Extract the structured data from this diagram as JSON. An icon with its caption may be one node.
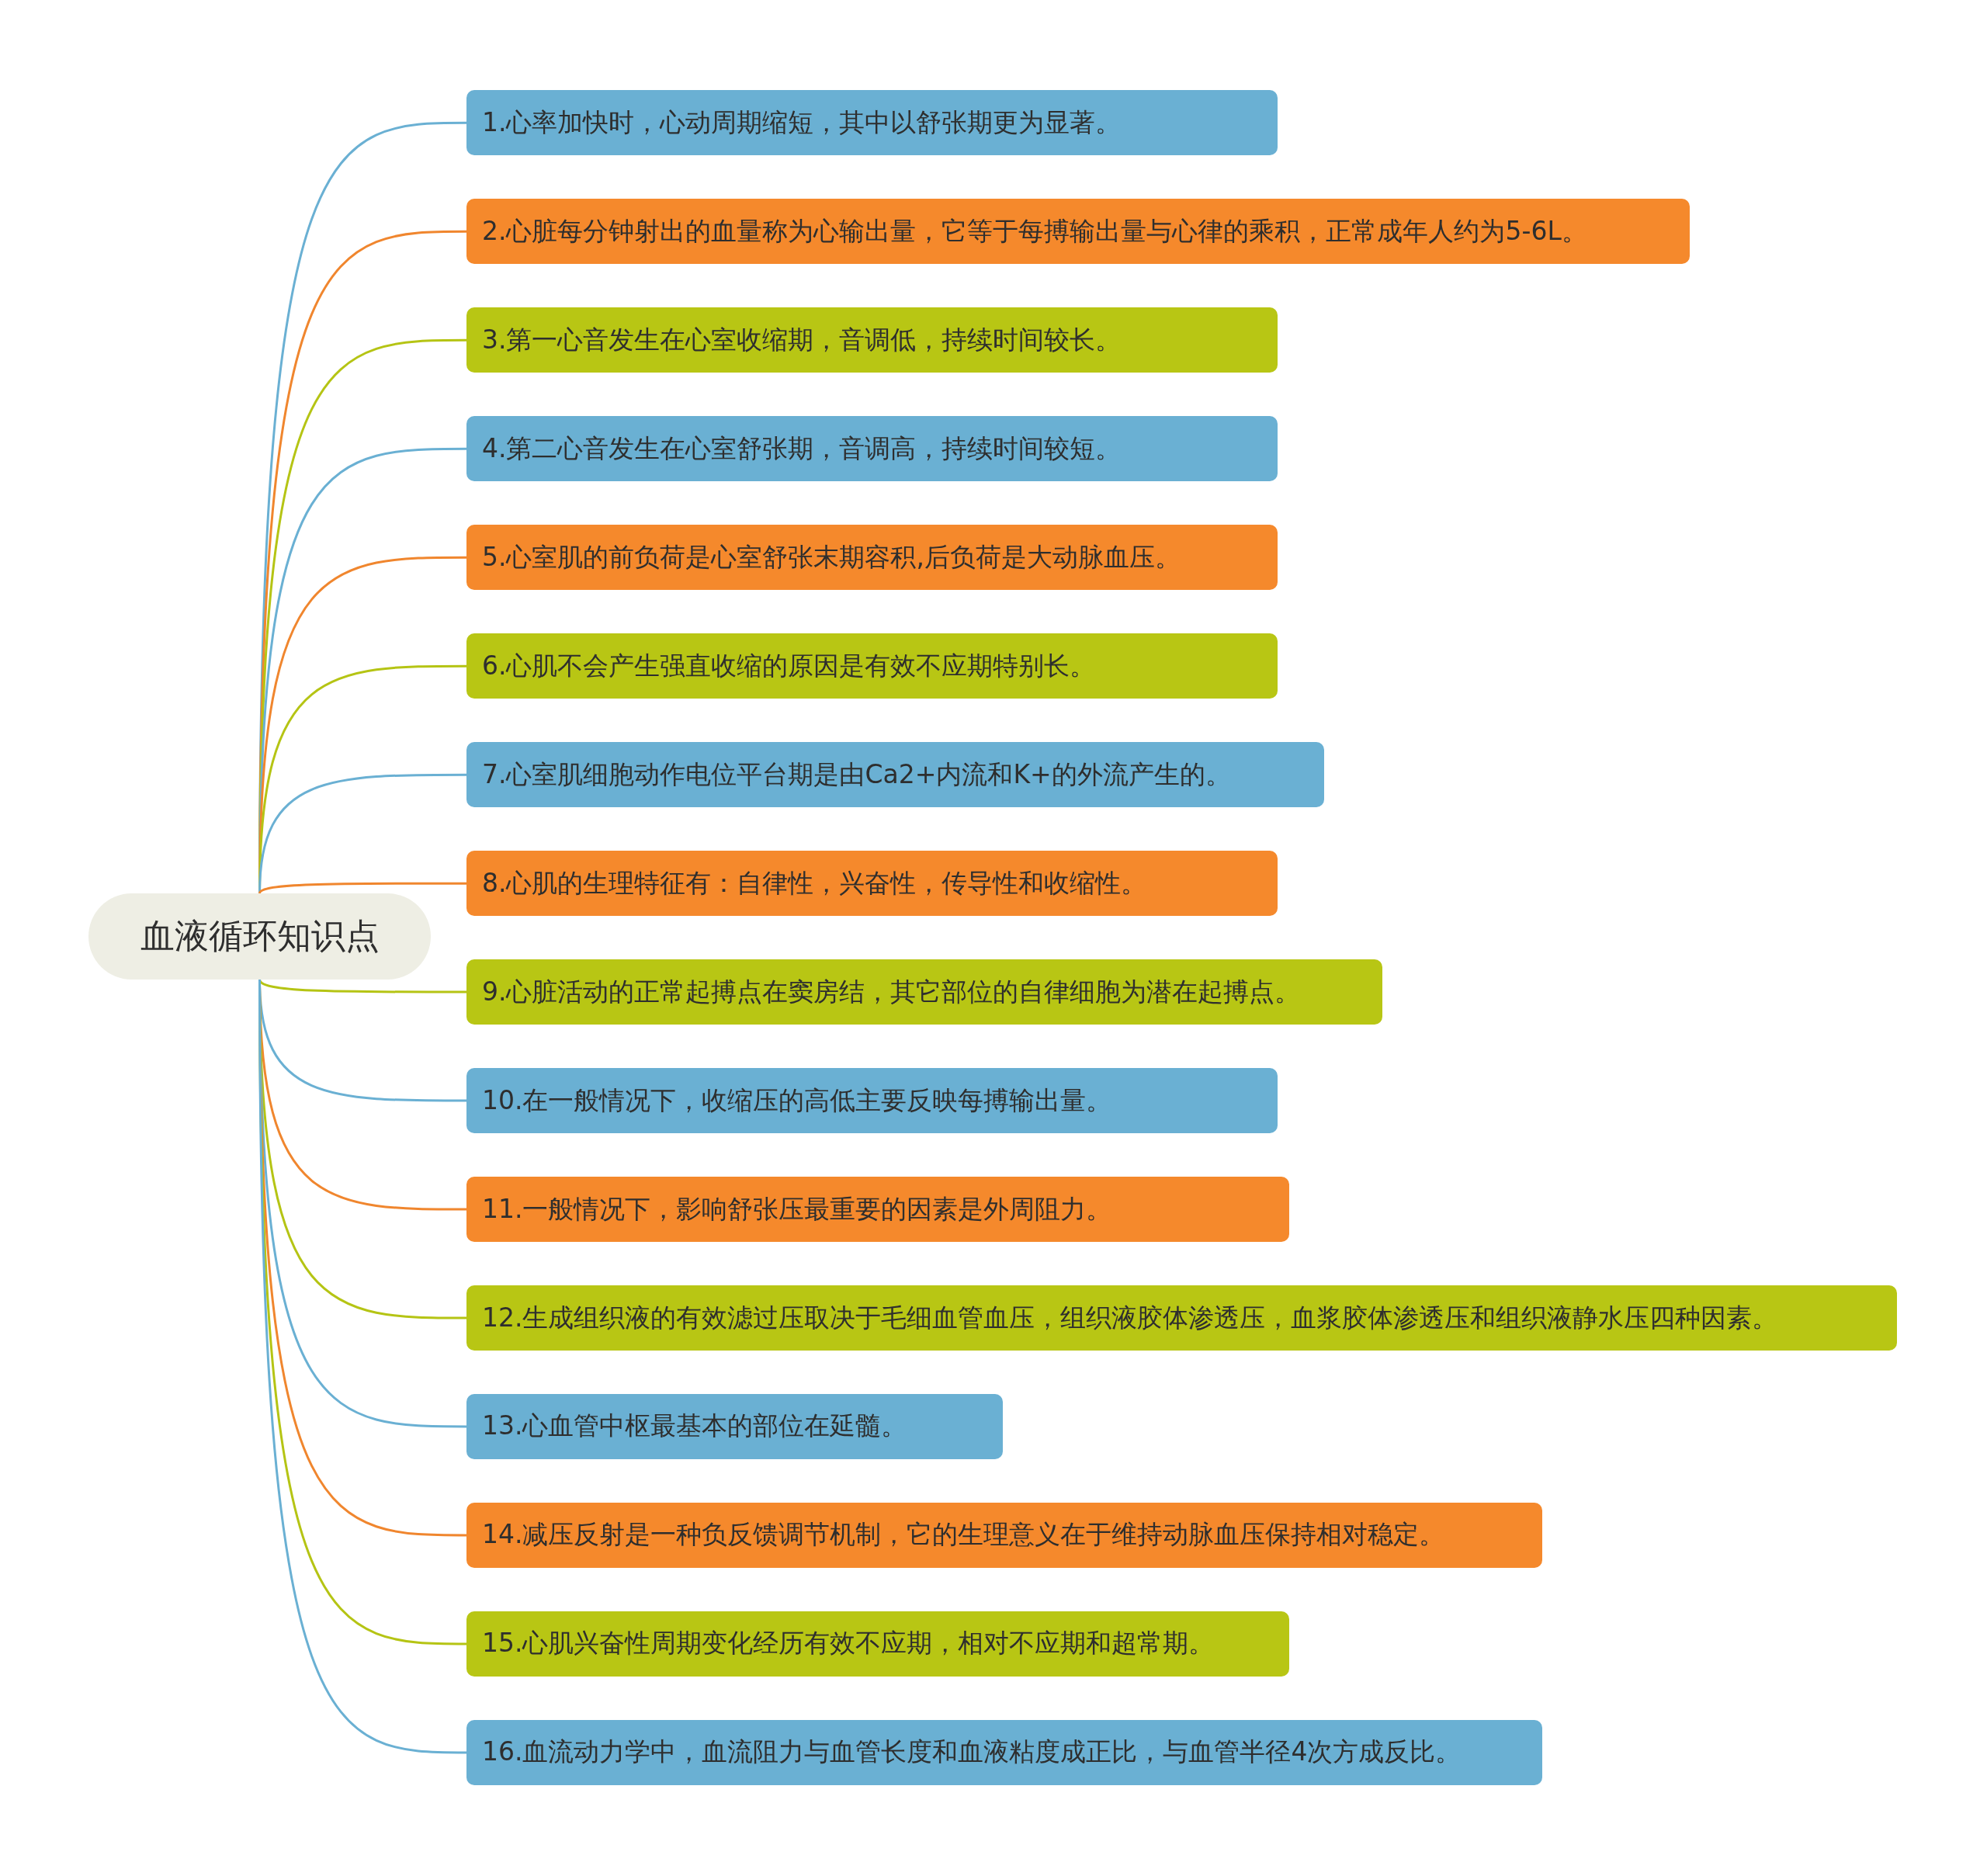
{
  "diagram": {
    "nodes": [
      {
        "text": [
          "血液循环知识点"
        ]
      },
      {
        "text": [
          "1.心率加快时，心动周期缩短，其中以舒张期更为显著。"
        ]
      },
      {
        "text": [
          "2.心脏每分钟射出的血量称为心输出量，它等于每搏输出量与心律的乘积，正常成年人约为5-6L。"
        ]
      },
      {
        "text": [
          "3.第一心音发生在心室收缩期，音调低，持续时间较长。"
        ]
      },
      {
        "text": [
          "4.第二心音发生在心室舒张期，音调高，持续时间较短。"
        ]
      },
      {
        "text": [
          "5.心室肌的前负荷是心室舒张末期容积,后负荷是大动脉血压。"
        ]
      },
      {
        "text": [
          "6.心肌不会产生强直收缩的原因是有效不应期特别长。"
        ]
      },
      {
        "text": [
          "7.心室肌细胞动作电位平台期是由Ca2+内流和K+的外流产生的。"
        ]
      },
      {
        "text": [
          "8.心肌的生理特征有：自律性，兴奋性，传导性和收缩性。"
        ]
      },
      {
        "text": [
          "9.心脏活动的正常起搏点在窦房结，其它部位的自律细胞为潜在起搏点。"
        ]
      },
      {
        "text": [
          "10.在一般情况下，收缩压的高低主要反映每搏输出量。"
        ]
      },
      {
        "text": [
          "11.一般情况下，影响舒张压最重要的因素是外周阻力。"
        ]
      },
      {
        "text": [
          "12.生成组织液的有效滤过压取决于毛细血管血压，组织液胶体渗透压，血浆胶体渗透压和组织液静水压四种因素。"
        ]
      },
      {
        "text": [
          "13.心血管中枢最基本的部位在延髓。"
        ]
      },
      {
        "text": [
          "14.减压反射是一种负反馈调节机制，它的生理意义在于维持动脉血压保持相对稳定。"
        ]
      },
      {
        "text": [
          "15.心肌兴奋性周期变化经历有效不应期，相对不应期和超常期。"
        ]
      },
      {
        "text": [
          "16.血流动力学中，血流阻力与血管长度和血液粘度成正比，与血管半径4次方成反比。"
        ]
      }
    ],
    "edges": [
      {
        "from": 0,
        "to": 1,
        "arrow": "none",
        "color": "#6ab0d3"
      },
      {
        "from": 0,
        "to": 2,
        "arrow": "none",
        "color": "#f0862e"
      },
      {
        "from": 0,
        "to": 3,
        "arrow": "none",
        "color": "#b5c414"
      },
      {
        "from": 0,
        "to": 4,
        "arrow": "none",
        "color": "#6ab0d3"
      },
      {
        "from": 0,
        "to": 5,
        "arrow": "none",
        "color": "#f0862e"
      },
      {
        "from": 0,
        "to": 6,
        "arrow": "none",
        "color": "#b5c414"
      },
      {
        "from": 0,
        "to": 7,
        "arrow": "none",
        "color": "#6ab0d3"
      },
      {
        "from": 0,
        "to": 8,
        "arrow": "none",
        "color": "#f0862e"
      },
      {
        "from": 0,
        "to": 9,
        "arrow": "none",
        "color": "#b5c414"
      },
      {
        "from": 0,
        "to": 10,
        "arrow": "none",
        "color": "#6ab0d3"
      },
      {
        "from": 0,
        "to": 11,
        "arrow": "none",
        "color": "#f0862e"
      },
      {
        "from": 0,
        "to": 12,
        "arrow": "none",
        "color": "#b5c414"
      },
      {
        "from": 0,
        "to": 13,
        "arrow": "none",
        "color": "#6ab0d3"
      },
      {
        "from": 0,
        "to": 14,
        "arrow": "none",
        "color": "#f0862e"
      },
      {
        "from": 0,
        "to": 15,
        "arrow": "none",
        "color": "#b5c414"
      },
      {
        "from": 0,
        "to": 16,
        "arrow": "none",
        "color": "#6ab0d3"
      }
    ]
  }
}
